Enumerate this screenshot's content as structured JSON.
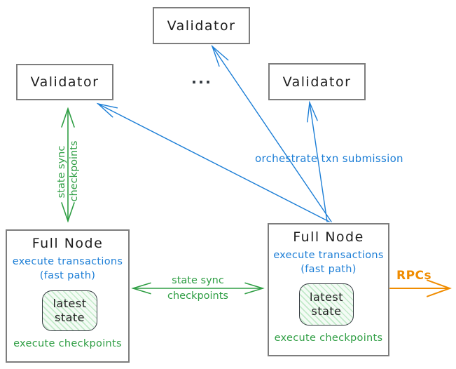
{
  "colors": {
    "blue": "#1c7ed6",
    "green": "#2f9e44",
    "orange": "#f08c00",
    "box_border": "#7d7d7d",
    "text": "#1e1e1e"
  },
  "nodes": {
    "validator_top": {
      "label": "Validator"
    },
    "validator_left": {
      "label": "Validator"
    },
    "validator_right": {
      "label": "Validator"
    },
    "ellipsis": "...",
    "full_node_left": {
      "title": "Full Node",
      "fast_path_line1": "execute transactions",
      "fast_path_line2": "(fast path)",
      "state_line1": "latest",
      "state_line2": "state",
      "footer": "execute checkpoints"
    },
    "full_node_right": {
      "title": "Full Node",
      "fast_path_line1": "execute transactions",
      "fast_path_line2": "(fast path)",
      "state_line1": "latest",
      "state_line2": "state",
      "footer": "execute checkpoints"
    }
  },
  "edges": {
    "left_state_sync": {
      "line1": "state sync",
      "line2": "checkpoints"
    },
    "middle_state_sync": {
      "line1": "state sync",
      "line2": "checkpoints"
    },
    "orchestrate": {
      "label": "orchestrate txn submission"
    },
    "rpcs": {
      "label": "RPCs"
    }
  }
}
